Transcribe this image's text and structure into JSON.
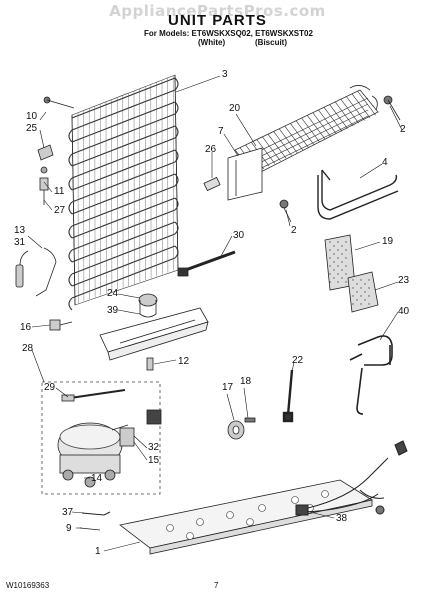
{
  "watermark": "AppliancePartsPros.com",
  "title": "UNIT PARTS",
  "models_line": "For Models: ET6WSKXSQ02, ET6WSKXST02",
  "color_white": "(White)",
  "color_biscuit": "(Biscuit)",
  "document_number": "W10169363",
  "page_number": "7",
  "callouts": {
    "c1": "1",
    "c2a": "2",
    "c2b": "2",
    "c3": "3",
    "c4": "4",
    "c7": "7",
    "c10": "10",
    "c11": "11",
    "c12": "12",
    "c13": "13",
    "c14": "14",
    "c15": "15",
    "c16": "16",
    "c17": "17",
    "c18": "18",
    "c19": "19",
    "c20": "20",
    "c22": "22",
    "c23": "23",
    "c24": "24",
    "c25": "25",
    "c26": "26",
    "c27": "27",
    "c28": "28",
    "c29": "29",
    "c30": "30",
    "c31": "31",
    "c32": "32",
    "c37": "37",
    "c38": "38",
    "c39": "39",
    "c40": "40",
    "c9": "9"
  }
}
